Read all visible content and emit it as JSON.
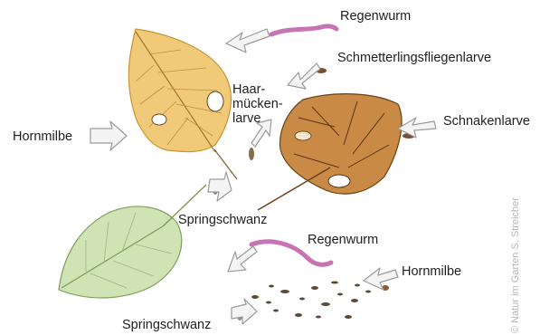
{
  "labels": {
    "regenwurm_top": "Regenwurm",
    "schmetterlingsfliegenlarve": "Schmetterlingsfliegenlarve",
    "haarmueckenlarve_line1": "Haar-",
    "haarmueckenlarve_line2": "mücken-",
    "haarmueckenlarve_line3": "larve",
    "schnakenlarve": "Schnakenlarve",
    "hornmilbe_left": "Hornmilbe",
    "springschwanz_middle": "Springschwanz",
    "regenwurm_bottom": "Regenwurm",
    "hornmilbe_right": "Hornmilbe",
    "springschwanz_bottom": "Springschwanz"
  },
  "credit": "© Natur im Garten S. Streicher",
  "colors": {
    "text": "#1e1e1e",
    "arrow_fill": "#f4f4f4",
    "arrow_stroke": "#9a9a9a",
    "worm": "#c873b4",
    "leaf_yellow": "#f0c979",
    "leaf_brown": "#b8773a",
    "leaf_green": "#cfe3b5",
    "soil": "#5a4a3a",
    "credit": "#b5b5b5"
  }
}
